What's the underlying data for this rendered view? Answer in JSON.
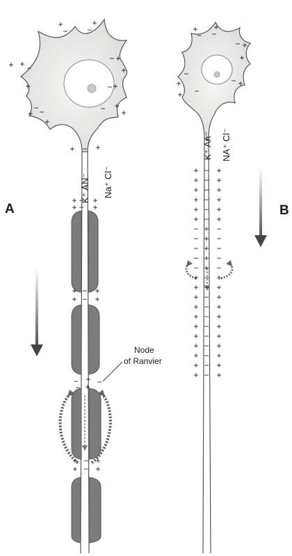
{
  "panel_a": {
    "label": "A",
    "ion_inner": "K⁺ AN⁻",
    "ion_outer": "Na⁺ Cl⁻",
    "node_label_line1": "Node",
    "node_label_line2": "of Ranvier"
  },
  "panel_b": {
    "label": "B",
    "ion_inner": "K⁺ An⁻",
    "ion_outer": "NA⁺ Cl⁻"
  },
  "signs": {
    "plus": "+",
    "minus": "−"
  },
  "colors": {
    "soma": "#e9e9e7",
    "myelin": "#7c7c7c",
    "arrow": "#444444",
    "ink": "#1a1a1a"
  }
}
